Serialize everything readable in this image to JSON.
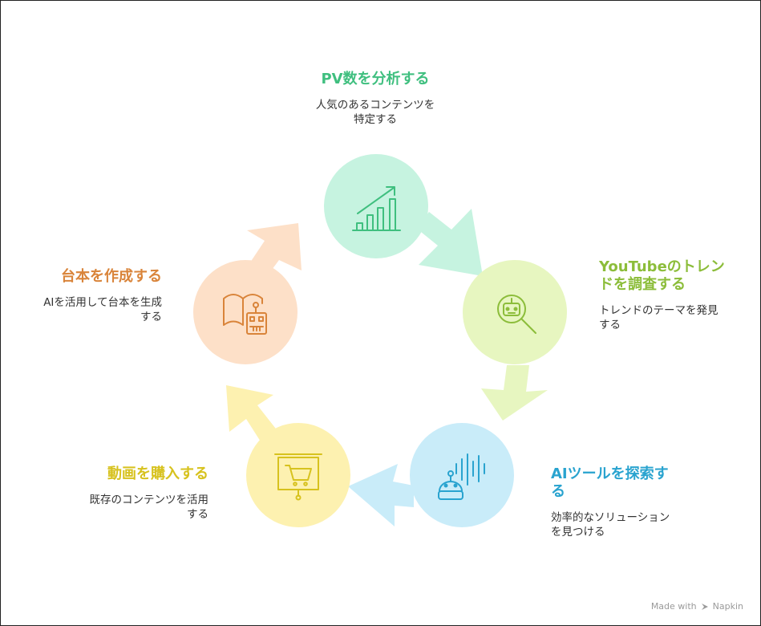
{
  "steps": [
    {
      "title": "PV数を分析する",
      "desc_lines": [
        "人気のあるコンテンツを",
        "特定する"
      ],
      "icon": "growth-chart-icon",
      "color": "#3fbf7f"
    },
    {
      "title_lines": [
        "YouTubeのトレン",
        "ドを調査する"
      ],
      "desc_lines": [
        "トレンドのテーマを発見",
        "する"
      ],
      "icon": "robot-magnifier-icon",
      "color": "#8cbd3a"
    },
    {
      "title_lines": [
        "AIツールを探索す",
        "る"
      ],
      "desc_lines": [
        "効率的なソリューション",
        "を見つける"
      ],
      "icon": "robot-soundwave-icon",
      "color": "#29a3cf"
    },
    {
      "title": "動画を購入する",
      "desc_lines": [
        "既存のコンテンツを活用",
        "する"
      ],
      "icon": "cart-presentation-icon",
      "color": "#d7c21e"
    },
    {
      "title": "台本を作成する",
      "desc_lines": [
        "AIを活用して台本を生成",
        "する"
      ],
      "icon": "book-robot-icon",
      "color": "#d9843a"
    }
  ],
  "footer": {
    "text": "Made with",
    "brand": "Napkin"
  }
}
